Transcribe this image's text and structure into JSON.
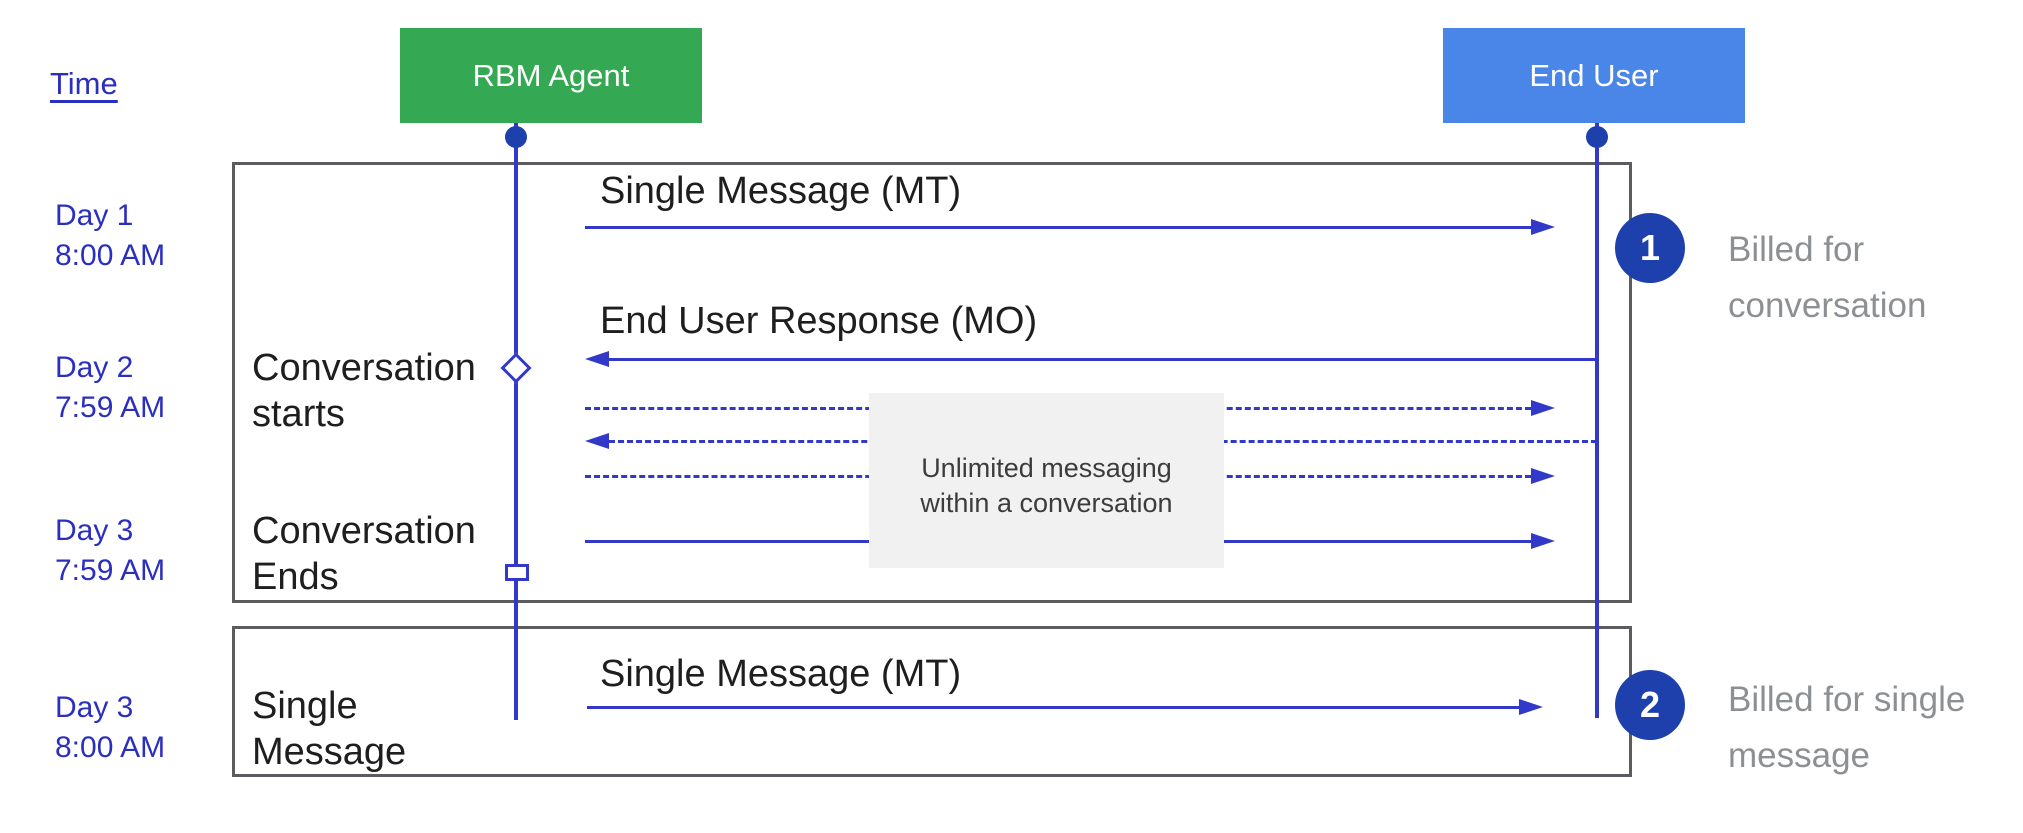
{
  "header": {
    "time_label": "Time"
  },
  "actors": [
    {
      "name": "RBM Agent",
      "color": "#34a853"
    },
    {
      "name": "End User",
      "color": "#4a86e8"
    }
  ],
  "timeline": [
    {
      "day": "Day 1",
      "time": "8:00 AM"
    },
    {
      "day": "Day 2",
      "time": "7:59 AM"
    },
    {
      "day": "Day 3",
      "time": "7:59 AM"
    },
    {
      "day": "Day 3",
      "time": "8:00 AM"
    }
  ],
  "events": [
    {
      "line1": "Conversation",
      "line2": "starts",
      "marker": "diamond"
    },
    {
      "line1": "Conversation",
      "line2": "Ends",
      "marker": "square"
    },
    {
      "line1": "Single",
      "line2": "Message",
      "marker": "none"
    }
  ],
  "messages": [
    {
      "label": "Single Message (MT)",
      "direction": "right",
      "style": "solid"
    },
    {
      "label": "End User Response (MO)",
      "direction": "left",
      "style": "solid"
    },
    {
      "label": "",
      "direction": "right",
      "style": "dashed"
    },
    {
      "label": "",
      "direction": "left",
      "style": "dashed"
    },
    {
      "label": "",
      "direction": "right",
      "style": "dashed"
    },
    {
      "label": "",
      "direction": "right",
      "style": "solid"
    },
    {
      "label": "Single Message (MT)",
      "direction": "right",
      "style": "solid"
    }
  ],
  "note": {
    "line1": "Unlimited messaging",
    "line2": "within a conversation"
  },
  "annotations": [
    {
      "number": "1",
      "line1": "Billed for",
      "line2": "conversation"
    },
    {
      "number": "2",
      "line1": "Billed for single",
      "line2": "message"
    }
  ],
  "colors": {
    "agent_green": "#34a853",
    "end_user_blue": "#4a86e8",
    "arrow_blue": "#3239c8",
    "time_text_blue": "#2b2fc0",
    "badge_blue": "#1e40ad",
    "frame_gray": "#5a5c5f",
    "billed_text_gray": "#8d9093",
    "note_background": "#f1f1f2"
  }
}
